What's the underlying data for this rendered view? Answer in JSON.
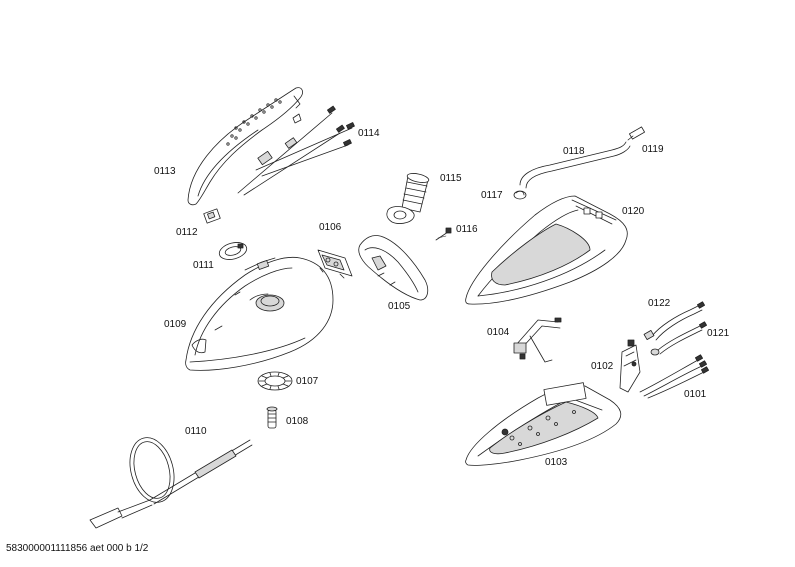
{
  "parts": [
    {
      "id": "p0101",
      "label": "0101"
    },
    {
      "id": "p0102",
      "label": "0102"
    },
    {
      "id": "p0103",
      "label": "0103"
    },
    {
      "id": "p0104",
      "label": "0104"
    },
    {
      "id": "p0105",
      "label": "0105"
    },
    {
      "id": "p0106",
      "label": "0106"
    },
    {
      "id": "p0107",
      "label": "0107"
    },
    {
      "id": "p0108",
      "label": "0108"
    },
    {
      "id": "p0109",
      "label": "0109"
    },
    {
      "id": "p0110",
      "label": "0110"
    },
    {
      "id": "p0111",
      "label": "0111"
    },
    {
      "id": "p0112",
      "label": "0112"
    },
    {
      "id": "p0113",
      "label": "0113"
    },
    {
      "id": "p0114",
      "label": "0114"
    },
    {
      "id": "p0115",
      "label": "0115"
    },
    {
      "id": "p0116",
      "label": "0116"
    },
    {
      "id": "p0117",
      "label": "0117"
    },
    {
      "id": "p0118",
      "label": "0118"
    },
    {
      "id": "p0119",
      "label": "0119"
    },
    {
      "id": "p0120",
      "label": "0120"
    },
    {
      "id": "p0121",
      "label": "0121"
    },
    {
      "id": "p0122",
      "label": "0122"
    }
  ],
  "footer": {
    "text": "583000001111856 aet 000 b 1/2"
  }
}
